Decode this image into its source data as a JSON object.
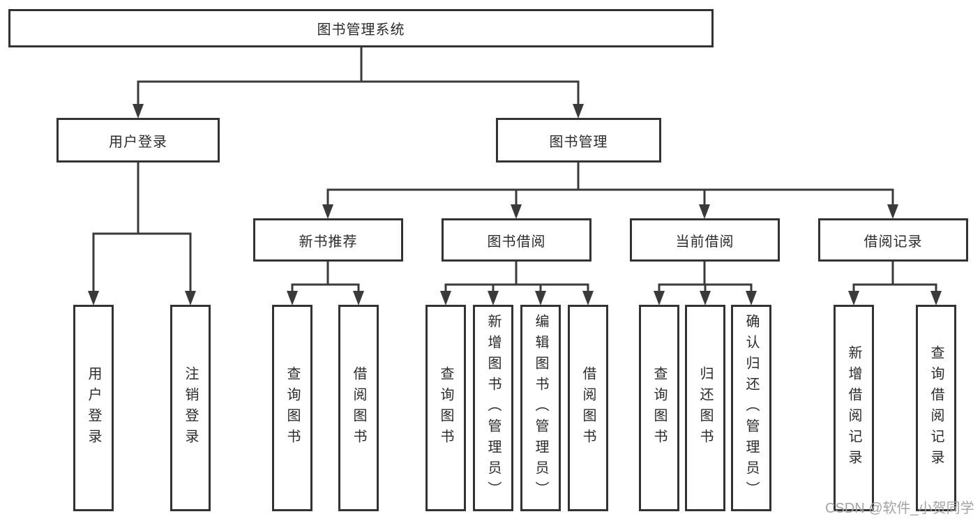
{
  "diagram": {
    "root": {
      "label": "图书管理系统"
    },
    "branches": [
      {
        "label": "用户登录",
        "children": [
          {
            "label": "用户登录"
          },
          {
            "label": "注销登录"
          }
        ]
      },
      {
        "label": "图书管理",
        "children": [
          {
            "label": "新书推荐",
            "children": [
              {
                "label": "查询图书"
              },
              {
                "label": "借阅图书"
              }
            ]
          },
          {
            "label": "图书借阅",
            "children": [
              {
                "label": "查询图书"
              },
              {
                "label": "新增图书（管理员）"
              },
              {
                "label": "编辑图书（管理员）"
              },
              {
                "label": "借阅图书"
              }
            ]
          },
          {
            "label": "当前借阅",
            "children": [
              {
                "label": "查询图书"
              },
              {
                "label": "归还图书"
              },
              {
                "label": "确认归还（管理员）"
              }
            ]
          },
          {
            "label": "借阅记录",
            "children": [
              {
                "label": "新增借阅记录"
              },
              {
                "label": "查询借阅记录"
              }
            ]
          }
        ]
      }
    ],
    "watermark": "CSDN @软件_小贺同学",
    "colors": {
      "line": "#3a3a3a",
      "box_border": "#333333",
      "text": "#2b2b2b",
      "background": "#ffffff",
      "watermark_text": "#a3a3a3"
    }
  }
}
